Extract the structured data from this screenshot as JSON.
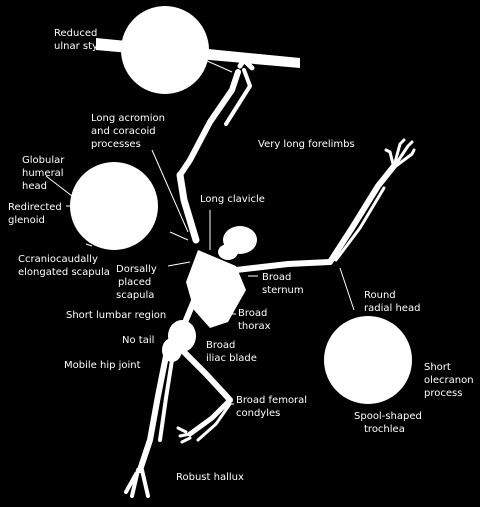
{
  "labels": {
    "reduced_ulnar_styloid": [
      "Reduced",
      "ulnar styloid"
    ],
    "long_acromion": [
      "Long acromion",
      "and coracoid",
      "processes"
    ],
    "globular_humeral_head": [
      "Globular",
      "humeral",
      "head"
    ],
    "redirected_glenoid": [
      "Redirected",
      "glenoid"
    ],
    "craniocaudal_scapula": [
      "Ccraniocaudally",
      "elongated scapula"
    ],
    "very_long_forelimbs": [
      "Very long forelimbs"
    ],
    "long_clavicle": [
      "Long clavicle"
    ],
    "dorsal_scapula": [
      "Dorsally",
      "placed",
      "scapula"
    ],
    "broad_sternum": [
      "Broad",
      "sternum"
    ],
    "round_radial_head": [
      "Round",
      "radial head"
    ],
    "short_lumbar": [
      "Short lumbar region"
    ],
    "broad_thorax": [
      "Broad",
      "thorax"
    ],
    "no_tail": [
      "No tail"
    ],
    "broad_iliac": [
      "Broad",
      "iliac blade"
    ],
    "mobile_hip": [
      "Mobile hip joint"
    ],
    "short_olecranon": [
      "Short",
      "olecranon",
      "process"
    ],
    "broad_femoral": [
      "Broad femoral",
      "condyles"
    ],
    "spool_trochlea": [
      "Spool-shaped",
      "trochlea"
    ],
    "robust_hallux": [
      "Robust hallux"
    ]
  }
}
